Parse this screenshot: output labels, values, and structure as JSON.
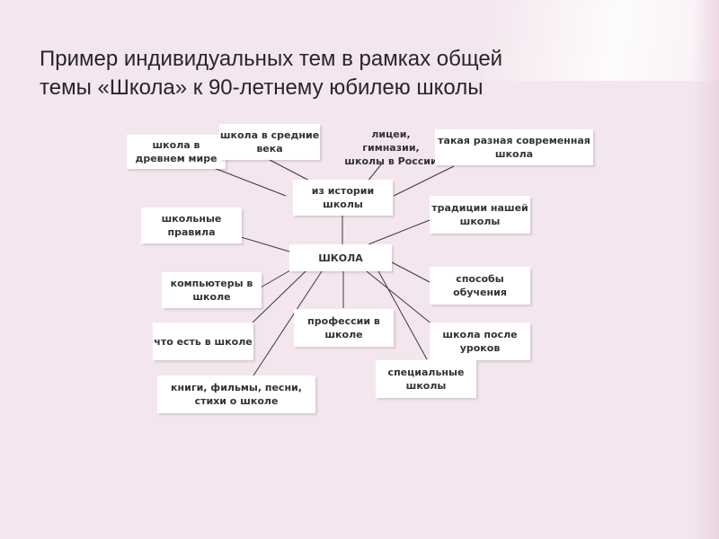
{
  "title": {
    "line1": "Пример индивидуальных тем в рамках общей",
    "line2": "темы «Школа» к 90-летнему юбилею школы"
  },
  "nodes": {
    "center": "ШКОЛА",
    "history": "из истории школы",
    "ancient": "школа в древнем мире",
    "medieval": "школа в средние века",
    "lyceums": "лицеи, гимназии, школы в России",
    "modern": "такая разная современная школа",
    "traditions": "традиции нашей школы",
    "rules": "школьные правила",
    "computers": "компьютеры в школе",
    "methods": "способы обучения",
    "what_is": "что есть в школе",
    "professions": "профессии в школе",
    "after": "школа после уроков",
    "books": "книги, фильмы, песни, стихи о школе",
    "special": "специальные школы"
  },
  "colors": {
    "background": "#f4e6ee",
    "box": "#ffffff",
    "text": "#333333",
    "line": "#3a3a3a"
  }
}
